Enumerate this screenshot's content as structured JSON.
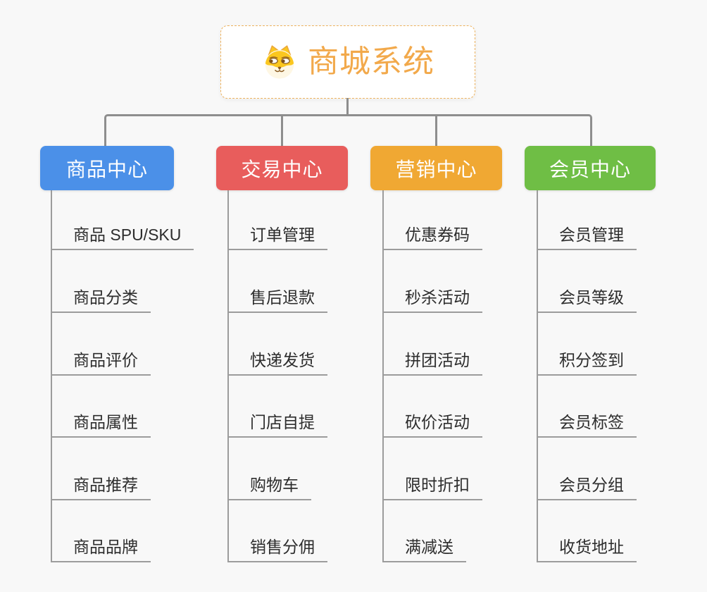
{
  "root": {
    "title": "商城系统",
    "icon": "shiba-dog-icon",
    "title_color": "#F2A94B",
    "border_color": "#EDB25E"
  },
  "branches": [
    {
      "label": "商品中心",
      "color": "#4B90E8",
      "children": [
        "商品 SPU/SKU",
        "商品分类",
        "商品评价",
        "商品属性",
        "商品推荐",
        "商品品牌"
      ]
    },
    {
      "label": "交易中心",
      "color": "#E85D5C",
      "children": [
        "订单管理",
        "售后退款",
        "快递发货",
        "门店自提",
        "购物车",
        "销售分佣"
      ]
    },
    {
      "label": "营销中心",
      "color": "#F0A833",
      "children": [
        "优惠券码",
        "秒杀活动",
        "拼团活动",
        "砍价活动",
        "限时折扣",
        "满减送"
      ]
    },
    {
      "label": "会员中心",
      "color": "#6FBE45",
      "children": [
        "会员管理",
        "会员等级",
        "积分签到",
        "会员标签",
        "会员分组",
        "收货地址"
      ]
    }
  ],
  "connector_color": "#8E8E8E",
  "child_line_color": "#9C9C9C"
}
